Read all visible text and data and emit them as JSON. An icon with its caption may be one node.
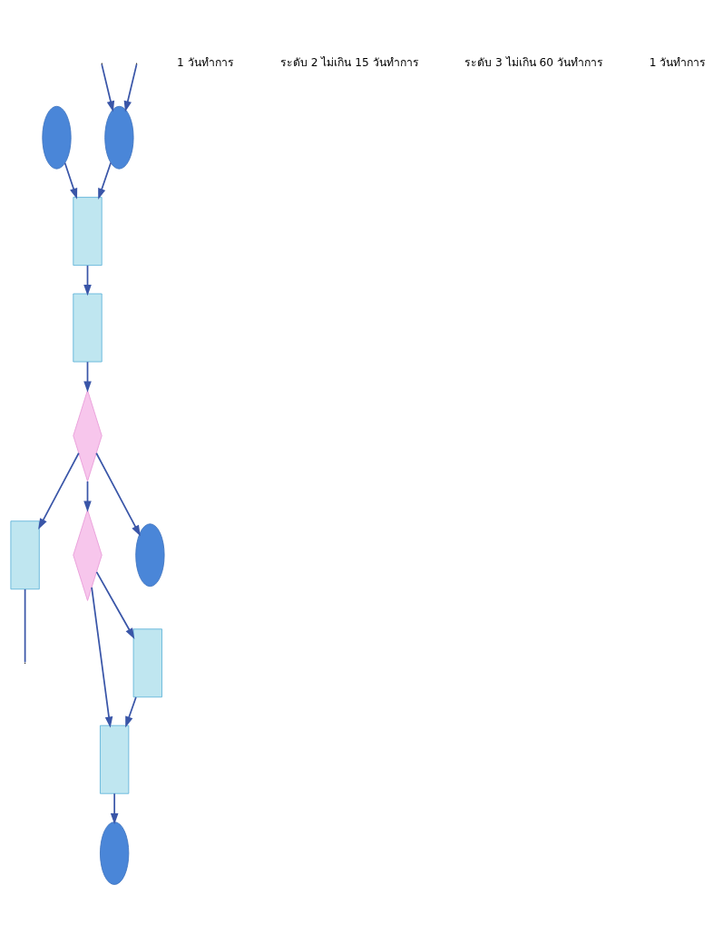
{
  "diagram": {
    "nodes": [
      {
        "text": [],
        "shape": "ellipse"
      },
      {
        "text": [],
        "shape": "ellipse"
      },
      {
        "text": [],
        "shape": "box"
      },
      {
        "text": [],
        "shape": "box"
      },
      {
        "text": [],
        "shape": "diamond"
      },
      {
        "text": [],
        "shape": "box"
      },
      {
        "text": [],
        "shape": "box"
      },
      {
        "text": [],
        "shape": "diamond"
      },
      {
        "text": [],
        "shape": "box"
      },
      {
        "text": [],
        "shape": "ellipse"
      },
      {
        "text": [],
        "shape": "ellipse"
      }
    ],
    "edges": [
      {
        "from": null,
        "to": 0,
        "arrow": "to"
      },
      {
        "from": null,
        "to": 0,
        "arrow": "to"
      },
      {
        "from": 0,
        "to": 2,
        "arrow": "to"
      },
      {
        "from": 1,
        "to": 2,
        "arrow": "to"
      },
      {
        "from": 2,
        "to": 3,
        "arrow": "to"
      },
      {
        "from": 3,
        "to": 4,
        "arrow": "to"
      },
      {
        "from": 4,
        "to": 5,
        "arrow": "to"
      },
      {
        "from": 4,
        "to": 7,
        "arrow": "to"
      },
      {
        "from": 4,
        "to": 10,
        "arrow": "to"
      },
      {
        "from": 5,
        "to": null,
        "arrow": "none"
      },
      {
        "from": 7,
        "to": 8,
        "arrow": "to"
      },
      {
        "from": 7,
        "to": 6,
        "arrow": "to"
      },
      {
        "from": 8,
        "to": 6,
        "arrow": "to"
      },
      {
        "from": 6,
        "to": 9,
        "arrow": "to"
      }
    ],
    "labels": [
      "1 วันทำการ",
      "ระดับ 2 ไม่เกิน 15 วันทำการ",
      "ระดับ 3 ไม่เกิน 60 วันทำการ",
      "1 วันทำการ"
    ]
  }
}
